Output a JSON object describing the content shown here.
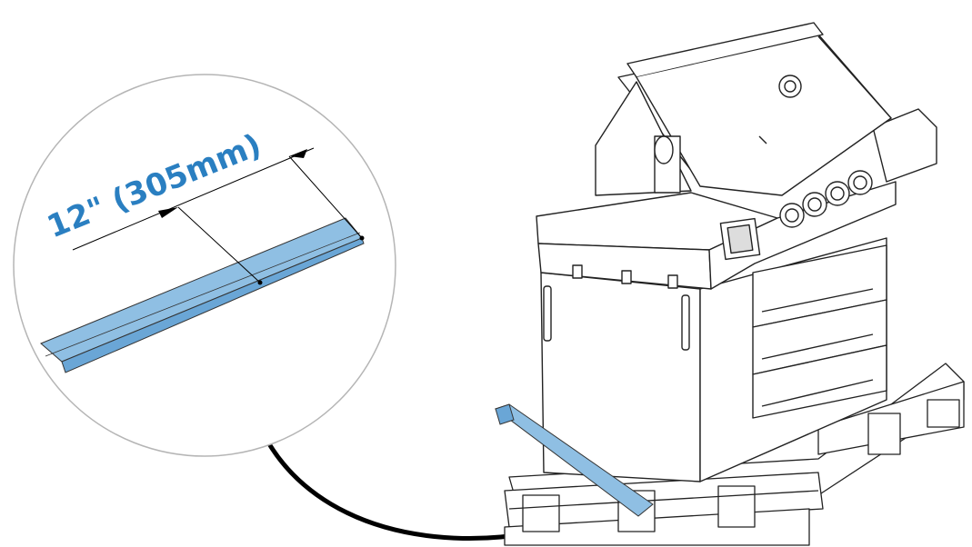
{
  "diagram": {
    "measurement_label": "12\" (305mm)",
    "colors": {
      "accent": "#2a7fc1",
      "wood_highlight": "#8fbfe3",
      "wood_edge": "#5a93c4",
      "line": "#000000",
      "circle": "#b5b5b5",
      "background": "#ffffff"
    },
    "icons": {
      "grill": "bbq-grill-illustration",
      "pallet": "wooden-pallet-illustration",
      "wood_piece": "wood-strip-illustration"
    }
  }
}
